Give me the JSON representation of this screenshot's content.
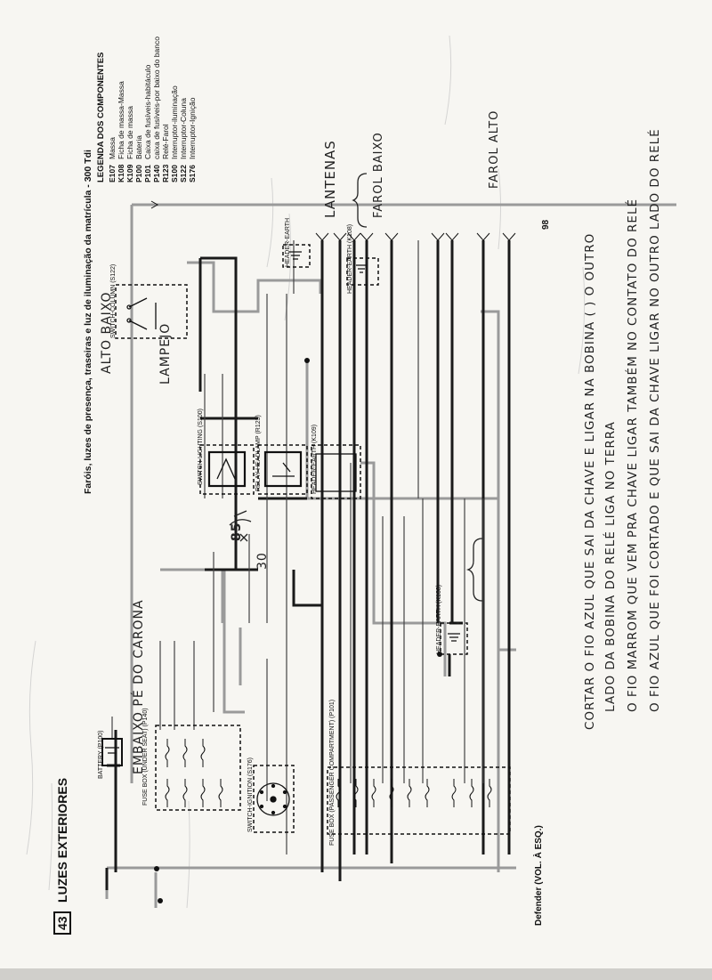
{
  "page": {
    "section_number": "43",
    "section_title": "LUZES EXTERIORES",
    "diagram_title": "Faróis, luzes de presença, traseiras e luz de iluminação da matrícula - 300 Tdi",
    "page_number": "98",
    "footer": "Defender (VOL. À ESQ.)"
  },
  "legend": {
    "title": "LEGENDA DOS COMPONENTES",
    "items": [
      {
        "code": "E107",
        "label": "Massa"
      },
      {
        "code": "K108",
        "label": "Ficha de massa-Massa"
      },
      {
        "code": "K109",
        "label": "Ficha de massa"
      },
      {
        "code": "P100",
        "label": "Bateria"
      },
      {
        "code": "P101",
        "label": "Caixa de fusíveis-habitáculo"
      },
      {
        "code": "P140",
        "label": "caixa de fusíveis-por baixo do banco"
      },
      {
        "code": "R123",
        "label": "Relé-Farol"
      },
      {
        "code": "S100",
        "label": "Interruptor-iluminação"
      },
      {
        "code": "S122",
        "label": "Interruptor-Coluna"
      },
      {
        "code": "S176",
        "label": "Interruptor-Ignição"
      }
    ]
  },
  "annotations": {
    "lanternas": "LANTENAS",
    "farol_baixo": "FAROL BAIXO",
    "farol_alto": "FAROL ALTO",
    "alto_baixo": "ALTO BAIXO",
    "lampejo": "LAMPEJO",
    "embaixo_pe": "EMBAIXO PÉ DO CARONA",
    "num_85": "85",
    "num_30": "30",
    "note_line1": "CORTAR O FIO AZUL QUE SAI DA CHAVE E LIGAR NA BOBINA (   ) O OUTRO",
    "note_line2": "LADO DA BOBINA DO RELÉ LIGA NO TERRA",
    "note_line3": "O FIO MARROM QUE VEM PRA CHAVE LIGAR TAMBÉM NO CONTATO DO RELÉ",
    "note_line4": "O FIO AZUL QUE FOI CORTADO E QUE SAI DA CHAVE LIGAR NO OUTRO LADO DO RELÉ"
  },
  "component_labels": {
    "battery": "BATTERY (P100)",
    "fuse_box_seat": "FUSE BOX (UNDER SEAT) (P140)",
    "fuse_box_passenger": "FUSE BOX (PASSENGER COMPARTMENT) (P101)",
    "switch_ignition": "SWITCH-IGNITION (S176)",
    "switch_lighting": "SWITCH-LIGHTING (S100)",
    "switch_column": "SWITCH-COLUMN (S122)",
    "relay_headlamp": "RELAY-HEADLAMP (R123)",
    "header_earth": "HEADER-EARTH",
    "header_earth_2": "HEADER-EARTH (K109)",
    "header_earth_3": "HEADER-EARTH (K108)",
    "header_earth_4": "HEADER-EARTH (K108)"
  },
  "colors": {
    "paper": "#f7f6f2",
    "ink": "#111111",
    "wire_grey": "#9a9a9a",
    "wire_black": "#1a1a1a",
    "pencil": "#555555"
  }
}
